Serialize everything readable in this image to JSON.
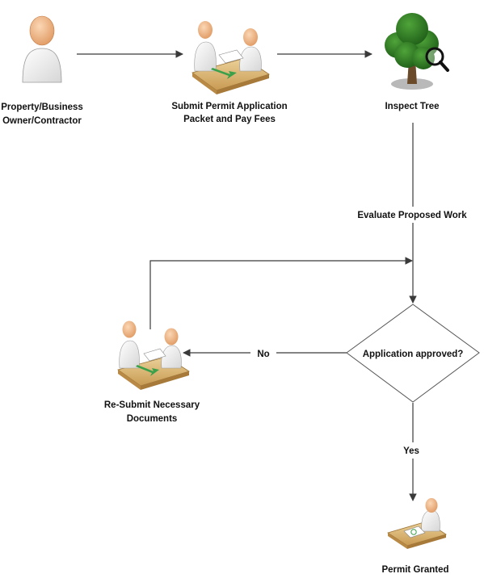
{
  "nodes": {
    "owner": {
      "lines": [
        "Property/Business",
        "Owner/Contractor"
      ],
      "icon": "person-icon"
    },
    "submit": {
      "lines": [
        "Submit Permit Application",
        "Packet and Pay Fees"
      ],
      "icon": "office-meeting-icon"
    },
    "inspect": {
      "lines": [
        "Inspect Tree"
      ],
      "icon": "tree-inspection-icon"
    },
    "decision": {
      "text": "Application approved?"
    },
    "resubmit": {
      "lines": [
        "Re-Submit Necessary",
        "Documents"
      ],
      "icon": "office-meeting-icon"
    },
    "granted": {
      "lines": [
        "Permit Granted"
      ],
      "icon": "desk-signing-icon"
    }
  },
  "edges": {
    "evaluate": "Evaluate Proposed Work",
    "no": "No",
    "yes": "Yes"
  },
  "colors": {
    "line": "#3a3a3a",
    "skin": "#f3b88a",
    "desk": "#d9b070",
    "arrow_green": "#3aa04a",
    "tree_foliage": "#2f7d25",
    "tree_trunk": "#6b4a2a"
  }
}
